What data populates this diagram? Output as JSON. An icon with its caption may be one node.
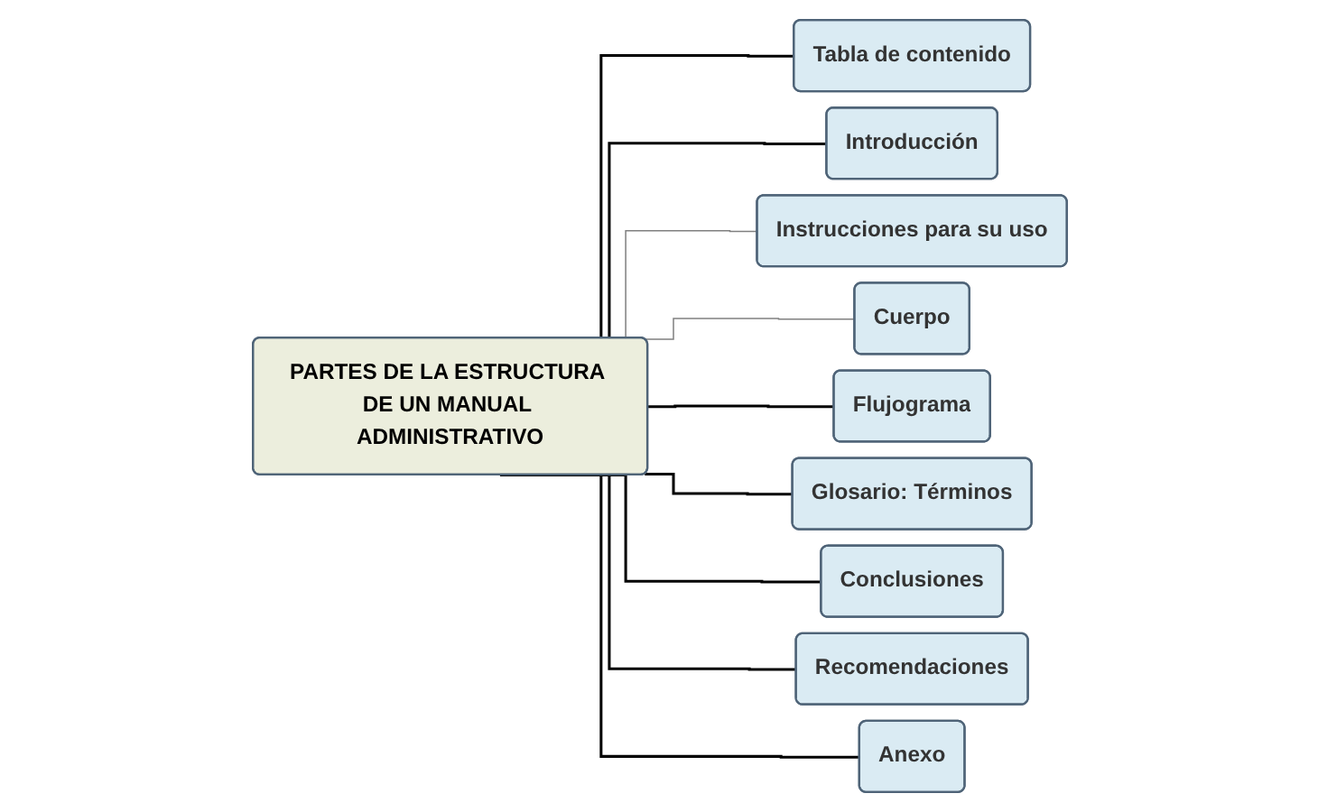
{
  "diagram": {
    "nodes": [
      {
        "text": [
          "PARTES DE LA ESTRUCTURA DE UN MANUAL ADMINISTRATIVO"
        ]
      },
      {
        "text": [
          "Tabla de contenido"
        ]
      },
      {
        "text": [
          "Introducción"
        ]
      },
      {
        "text": [
          "Instrucciones para su uso"
        ]
      },
      {
        "text": [
          "Cuerpo"
        ]
      },
      {
        "text": [
          "Flujograma"
        ]
      },
      {
        "text": [
          "Glosario: Términos"
        ]
      },
      {
        "text": [
          "Conclusiones"
        ]
      },
      {
        "text": [
          "Recomendaciones"
        ]
      },
      {
        "text": [
          "Anexo"
        ]
      }
    ],
    "edges": [
      {
        "from": 0,
        "to": 1,
        "arrow": "none"
      },
      {
        "from": 0,
        "to": 2,
        "arrow": "none"
      },
      {
        "from": 0,
        "to": 3,
        "arrow": "none",
        "color": "#808080"
      },
      {
        "from": 0,
        "to": 4,
        "arrow": "none",
        "color": "#808080"
      },
      {
        "from": 0,
        "to": 5,
        "arrow": "none"
      },
      {
        "from": 0,
        "to": 6,
        "arrow": "none"
      },
      {
        "from": 0,
        "to": 7,
        "arrow": "none"
      },
      {
        "from": 0,
        "to": 8,
        "arrow": "none"
      },
      {
        "from": 0,
        "to": 9,
        "arrow": "none"
      }
    ]
  }
}
